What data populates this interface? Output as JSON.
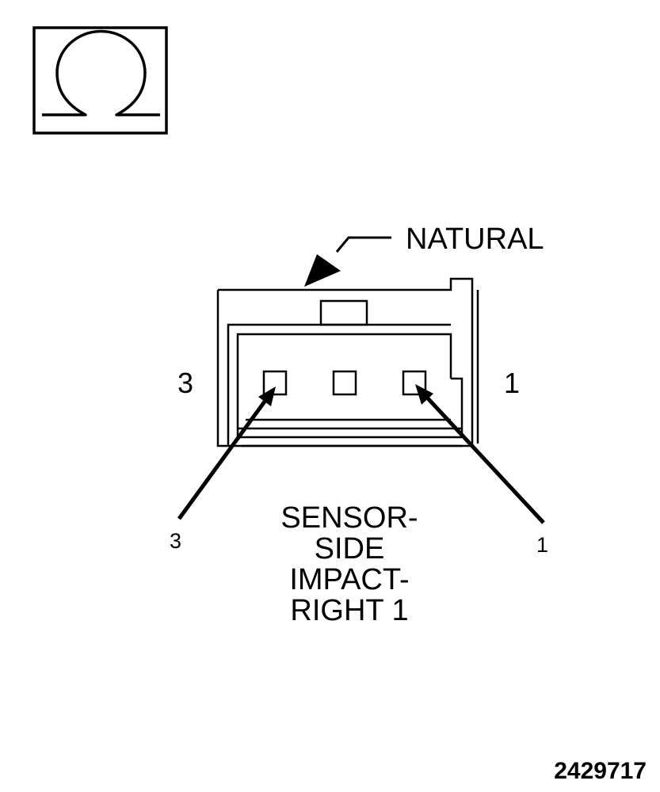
{
  "symbol": {
    "icon": "ohm-icon"
  },
  "callout": {
    "color_label": "NATURAL"
  },
  "connector": {
    "pin_left_label": "3",
    "pin_right_label": "1",
    "callout_left_label": "3",
    "callout_right_label": "1",
    "name_lines": [
      "SENSOR-",
      "SIDE",
      "IMPACT-",
      "RIGHT 1"
    ]
  },
  "figure_number": "2429717"
}
